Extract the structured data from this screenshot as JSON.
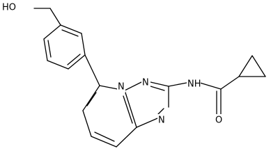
{
  "molecule": {
    "labels": {
      "hydroxyl": "HO",
      "amide_nh": "NH",
      "carbonyl_o": "O",
      "triazole_n1": "N",
      "triazole_n2": "N",
      "triazole_n4": "N"
    }
  }
}
